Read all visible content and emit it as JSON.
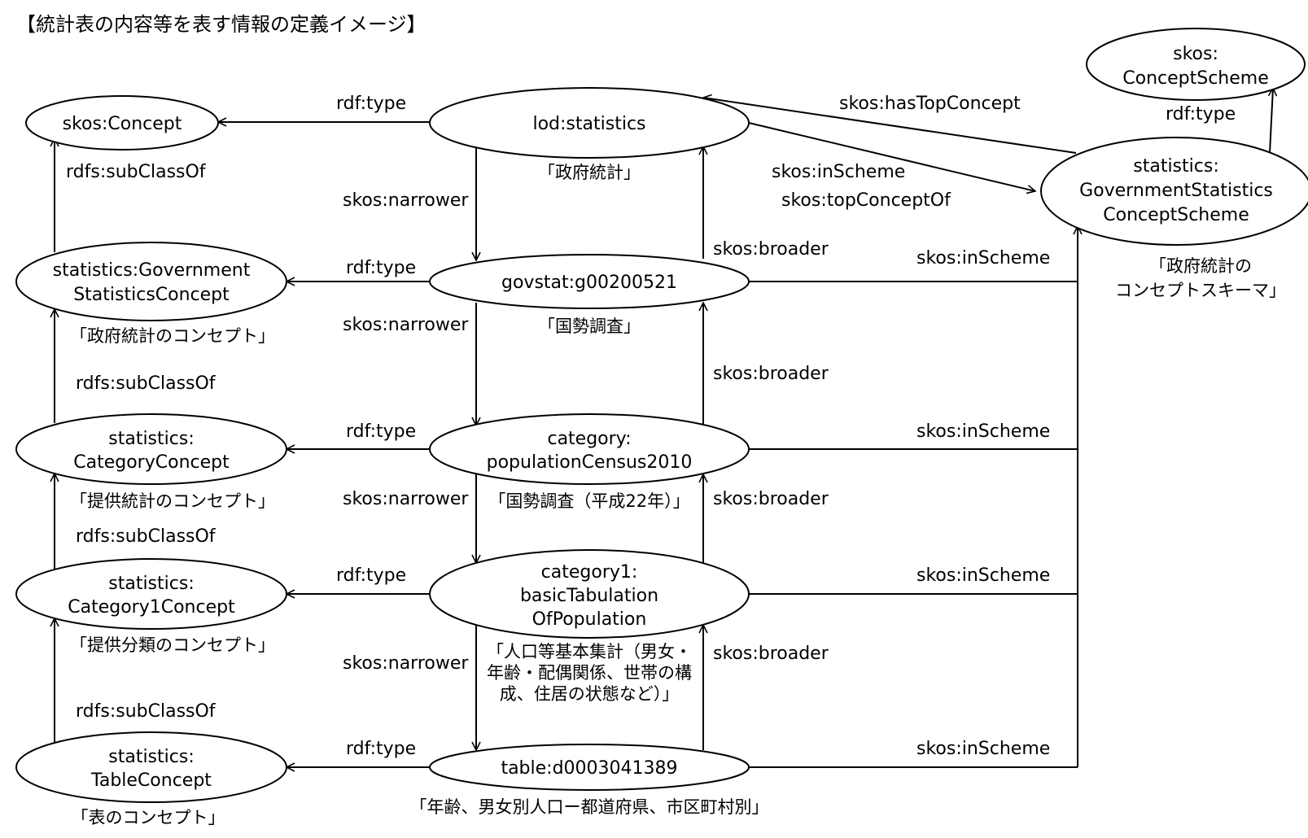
{
  "title": "【統計表の内容等を表す情報の定義イメージ】",
  "nodes": {
    "skos_concept": {
      "lines": [
        "skos:Concept"
      ]
    },
    "skos_concept_scheme": {
      "lines": [
        "skos:",
        "ConceptScheme"
      ]
    },
    "lod_statistics": {
      "lines": [
        "lod:statistics"
      ],
      "caption": "「政府統計」"
    },
    "gov_scheme": {
      "lines": [
        "statistics:",
        "GovernmentStatistics",
        "ConceptScheme"
      ],
      "caption": [
        "「政府統計の",
        "コンセプトスキーマ」"
      ]
    },
    "gov_concept": {
      "lines": [
        "statistics:Government",
        "StatisticsConcept"
      ],
      "caption": "「政府統計のコンセプト」"
    },
    "govstat": {
      "lines": [
        "govstat:g00200521"
      ],
      "caption": "「国勢調査」"
    },
    "category_concept": {
      "lines": [
        "statistics:",
        "CategoryConcept"
      ],
      "caption": "「提供統計のコンセプト」"
    },
    "census2010": {
      "lines": [
        "category:",
        "populationCensus2010"
      ],
      "caption": "「国勢調査（平成22年）」"
    },
    "category1_concept": {
      "lines": [
        "statistics:",
        "Category1Concept"
      ],
      "caption": "「提供分類のコンセプト」"
    },
    "basic_tabulation": {
      "lines": [
        "category1:",
        "basicTabulation",
        "OfPopulation"
      ],
      "caption": [
        "「人口等基本集計（男女・",
        "年齢・配偶関係、世帯の構",
        "成、住居の状態など）」"
      ]
    },
    "table_concept": {
      "lines": [
        "statistics:",
        "TableConcept"
      ],
      "caption": "「表のコンセプト」"
    },
    "table": {
      "lines": [
        "table:d0003041389"
      ],
      "caption": "「年齢、男女別人口ー都道府県、市区町村別」"
    }
  },
  "edge_labels": {
    "rdf_type": "rdf:type",
    "rdfs_subclassof": "rdfs:subClassOf",
    "skos_narrower": "skos:narrower",
    "skos_broader": "skos:broader",
    "skos_inscheme": "skos:inScheme",
    "skos_hastopconcept": "skos:hasTopConcept",
    "skos_topconceptof": "skos:topConceptOf"
  },
  "colors": {
    "stroke": "#000000",
    "background": "#ffffff"
  }
}
